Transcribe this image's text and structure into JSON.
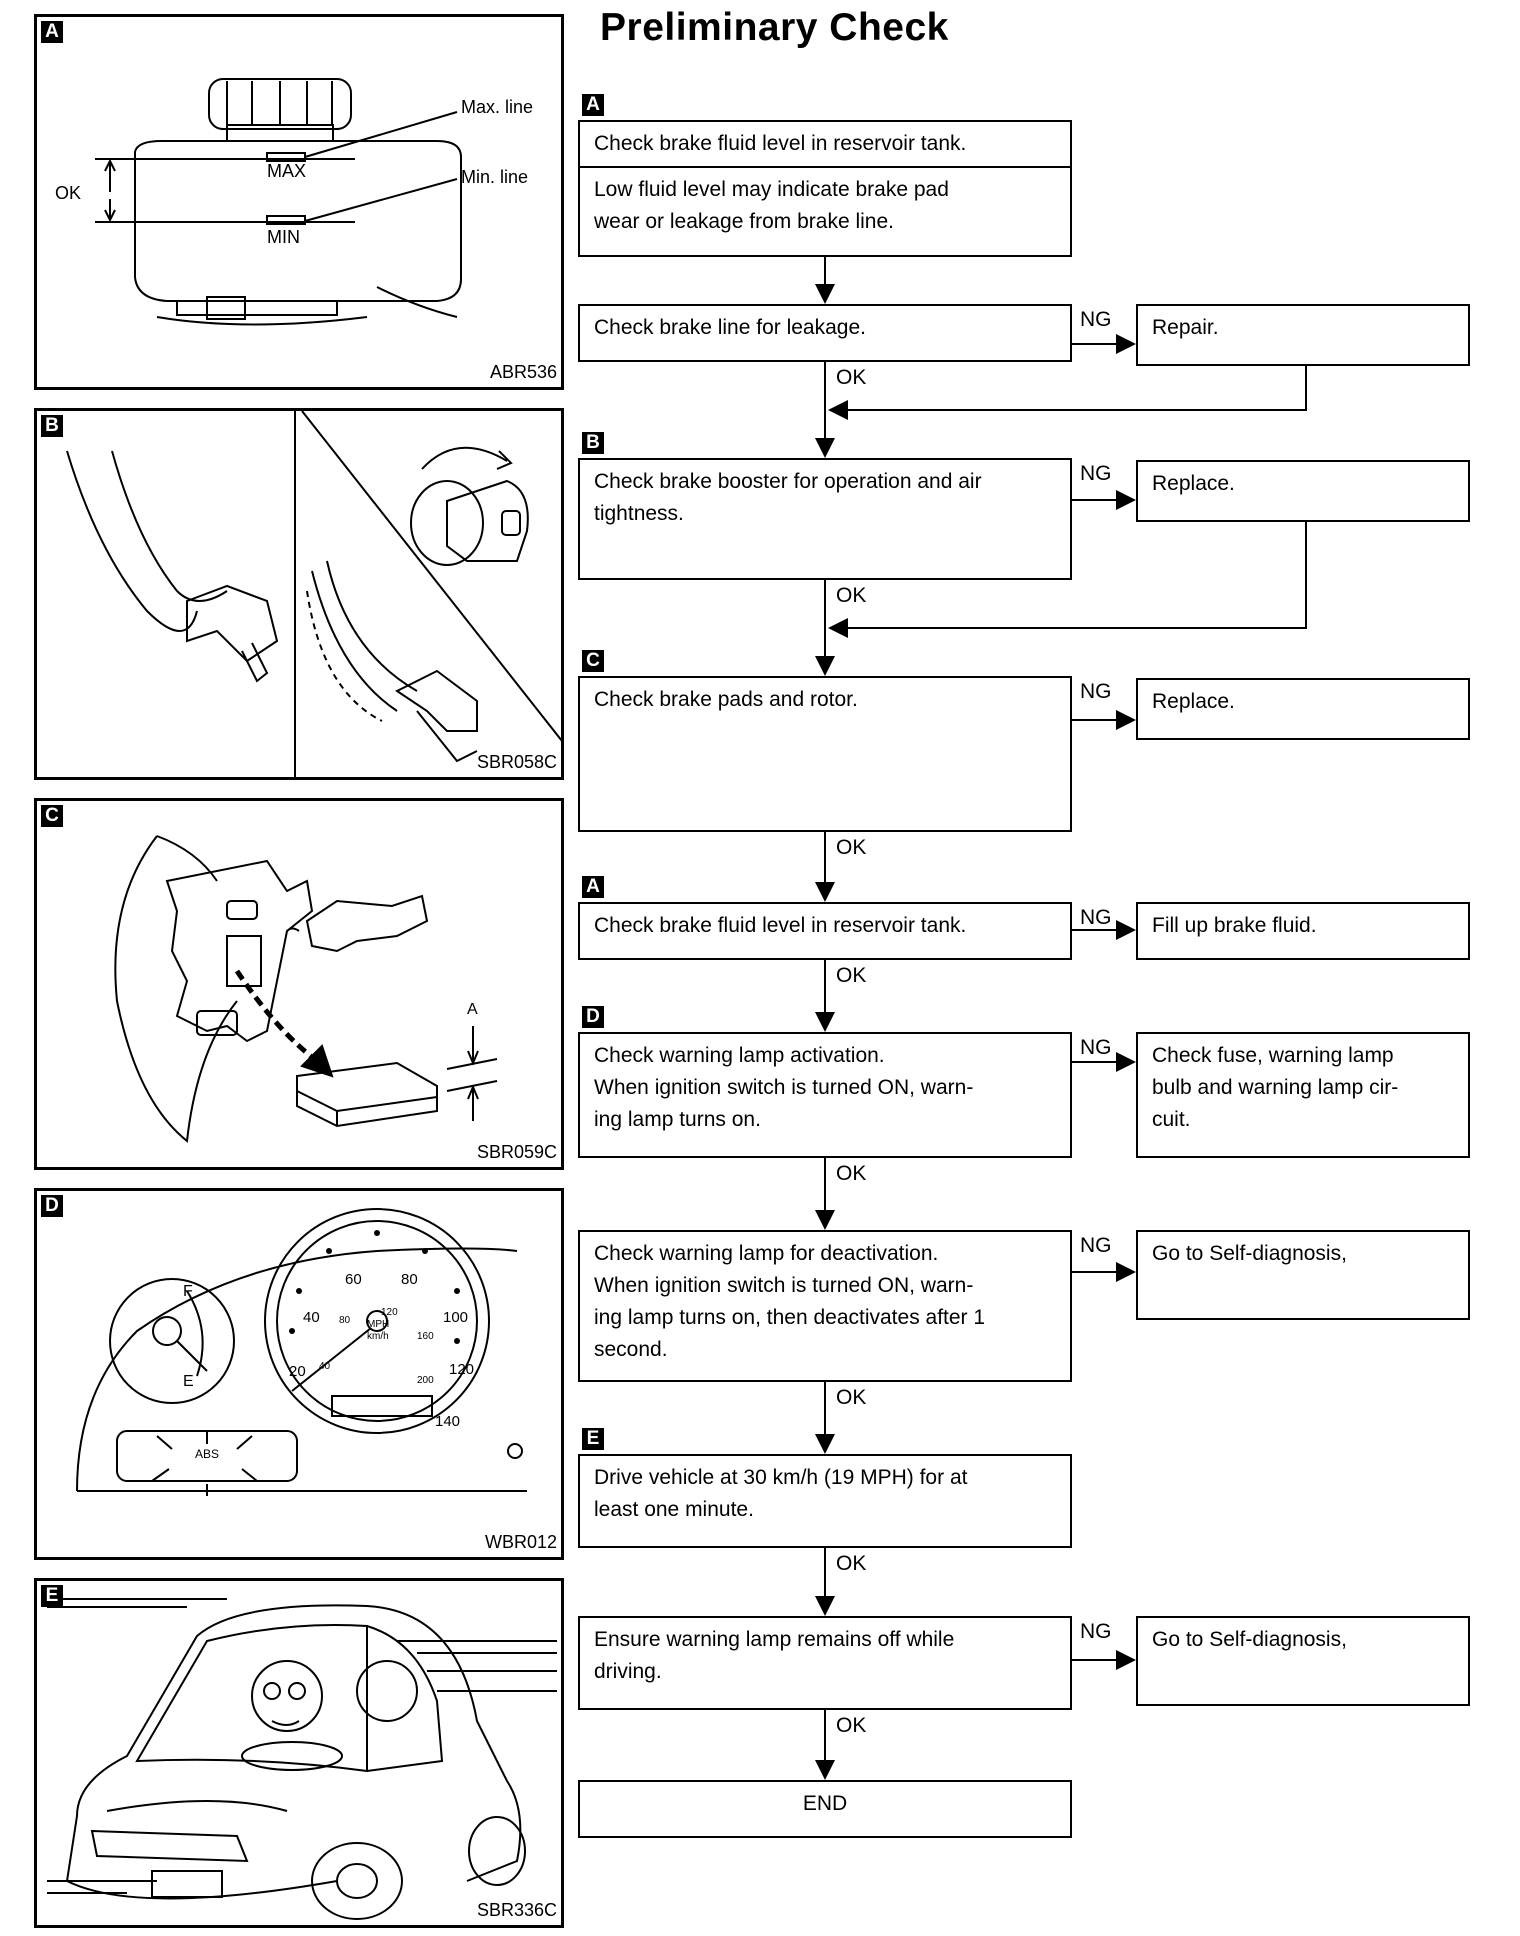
{
  "title": "Preliminary Check",
  "figures": {
    "A": {
      "letter": "A",
      "code": "ABR536",
      "max_line_label": "Max. line",
      "min_line_label": "Min. line",
      "ok_label": "OK",
      "max_label": "MAX",
      "min_label": "MIN"
    },
    "B": {
      "letter": "B",
      "code": "SBR058C"
    },
    "C": {
      "letter": "C",
      "code": "SBR059C",
      "dim_label": "A"
    },
    "D": {
      "letter": "D",
      "code": "WBR012",
      "abs_label": "ABS",
      "gauge_label_f": "F",
      "gauge_label_e": "E",
      "speed_marks": [
        "20",
        "40",
        "60",
        "80",
        "100",
        "120",
        "140"
      ],
      "inner_marks": [
        "40",
        "80",
        "120",
        "160",
        "200"
      ],
      "unit_top": "MPH",
      "unit_bottom": "km/h"
    },
    "E": {
      "letter": "E",
      "code": "SBR336C"
    }
  },
  "flowchart": {
    "ok": "OK",
    "ng": "NG",
    "steps": [
      {
        "badge": "A",
        "header": "Check brake fluid level in reservoir tank.",
        "text": "Low fluid level may indicate brake pad\nwear or leakage from brake line."
      },
      {
        "text": "Check brake line for leakage.",
        "ng_action": "Repair."
      },
      {
        "badge": "B",
        "text": "Check brake booster for operation and air\ntightness.",
        "ng_action": "Replace."
      },
      {
        "badge": "C",
        "text": "Check brake pads and rotor.",
        "ng_action": "Replace."
      },
      {
        "badge": "A",
        "text": "Check brake fluid level in reservoir tank.",
        "ng_action": "Fill up brake fluid."
      },
      {
        "badge": "D",
        "text": "Check warning lamp activation.\nWhen ignition switch is turned ON, warn-\ning lamp turns on.",
        "ng_action": "Check fuse, warning lamp\nbulb and warning lamp cir-\ncuit."
      },
      {
        "text": "Check warning lamp for deactivation.\nWhen ignition switch is turned ON, warn-\ning lamp turns on, then deactivates after 1\nsecond.",
        "ng_action": "Go to Self-diagnosis,"
      },
      {
        "badge": "E",
        "text": "Drive vehicle at 30 km/h (19 MPH) for at\nleast one minute."
      },
      {
        "text": "Ensure warning lamp remains off while\ndriving.",
        "ng_action": "Go to Self-diagnosis,"
      },
      {
        "text": "END"
      }
    ]
  }
}
